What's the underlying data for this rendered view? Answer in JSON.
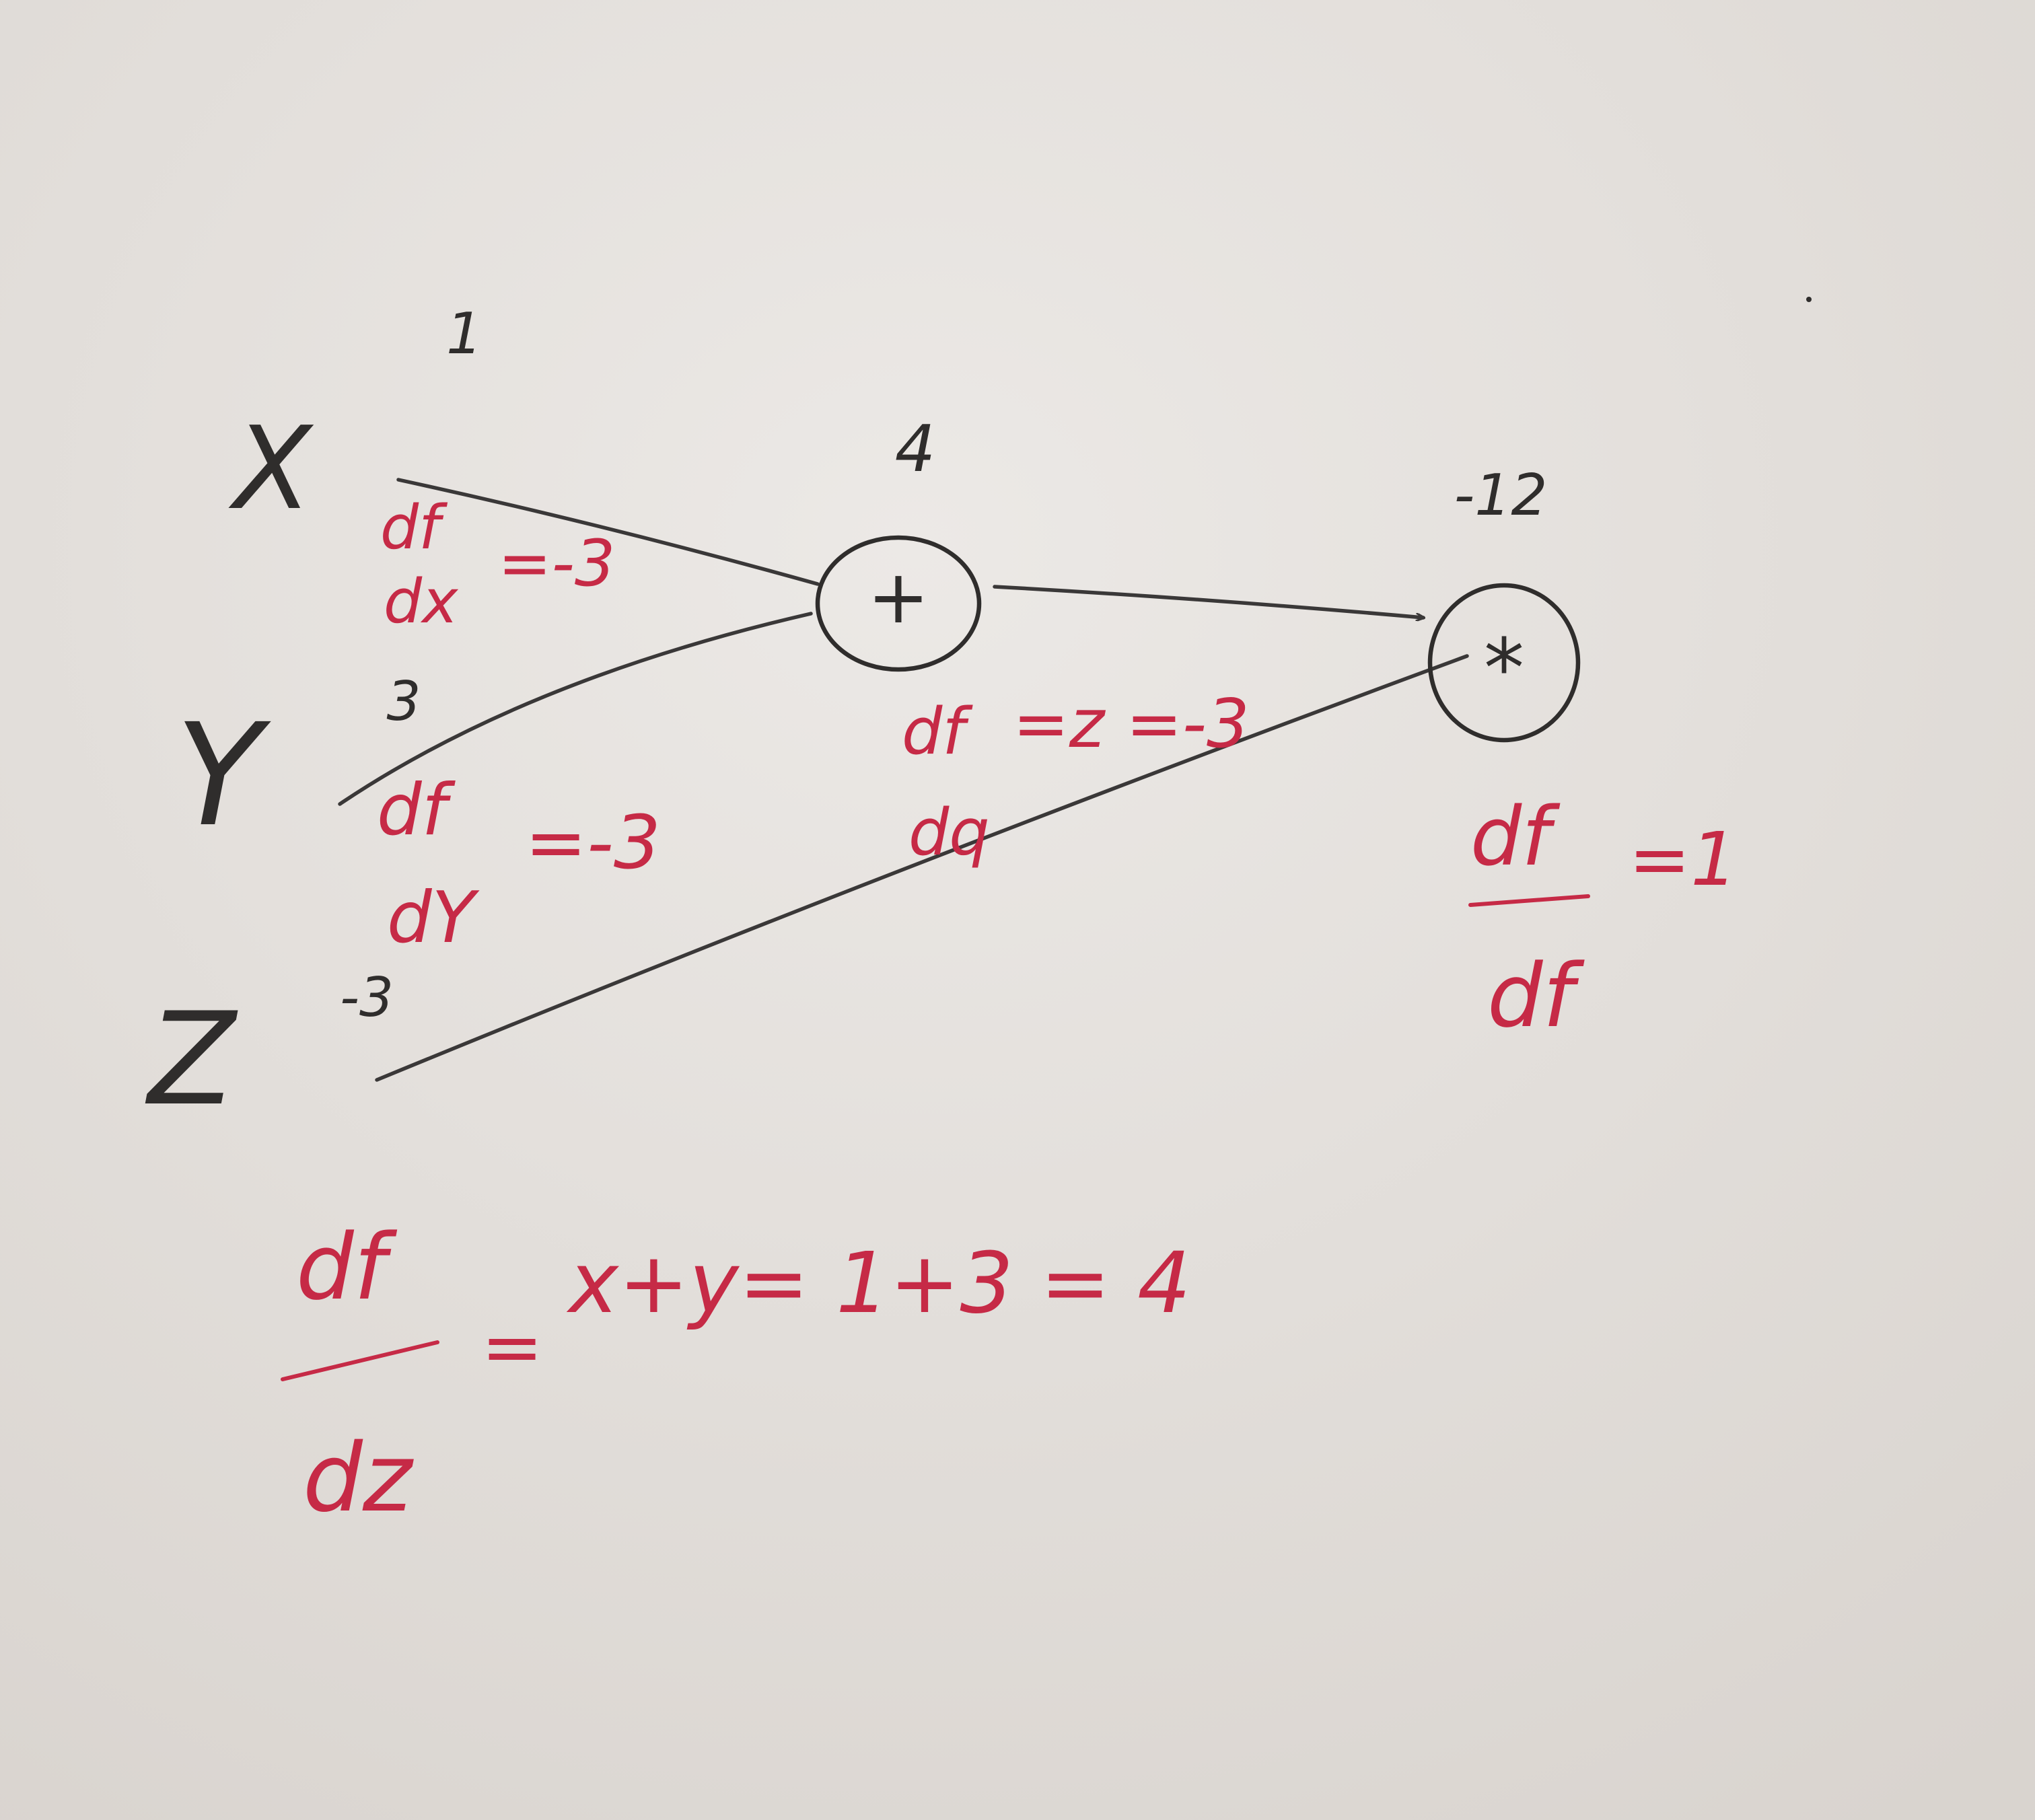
{
  "inputs": [
    {
      "name": "X",
      "value": "1",
      "gradient": {
        "num": "df",
        "den": "dx",
        "rhs": "=-3"
      }
    },
    {
      "name": "Y",
      "value": "3",
      "gradient": {
        "num": "df",
        "den": "dY",
        "rhs": "=-3"
      }
    },
    {
      "name": "Z",
      "value": "-3"
    }
  ],
  "add_node": {
    "symbol": "+",
    "value": "4",
    "gradient": {
      "num": "df",
      "den": "dq",
      "rhs": "=z =-3"
    }
  },
  "mul_node": {
    "symbol": "*",
    "value": "-12",
    "gradient": {
      "num": "df",
      "den": "df",
      "rhs": "=1"
    }
  },
  "z_gradient": {
    "num": "df",
    "den": "dz",
    "rhs": "=",
    "expr": "x+y= 1+3 = 4"
  },
  "colors": {
    "paper": "#e6e2de",
    "graph_ink": "#2f2d2c",
    "gradient_ink": "#c62a46"
  }
}
